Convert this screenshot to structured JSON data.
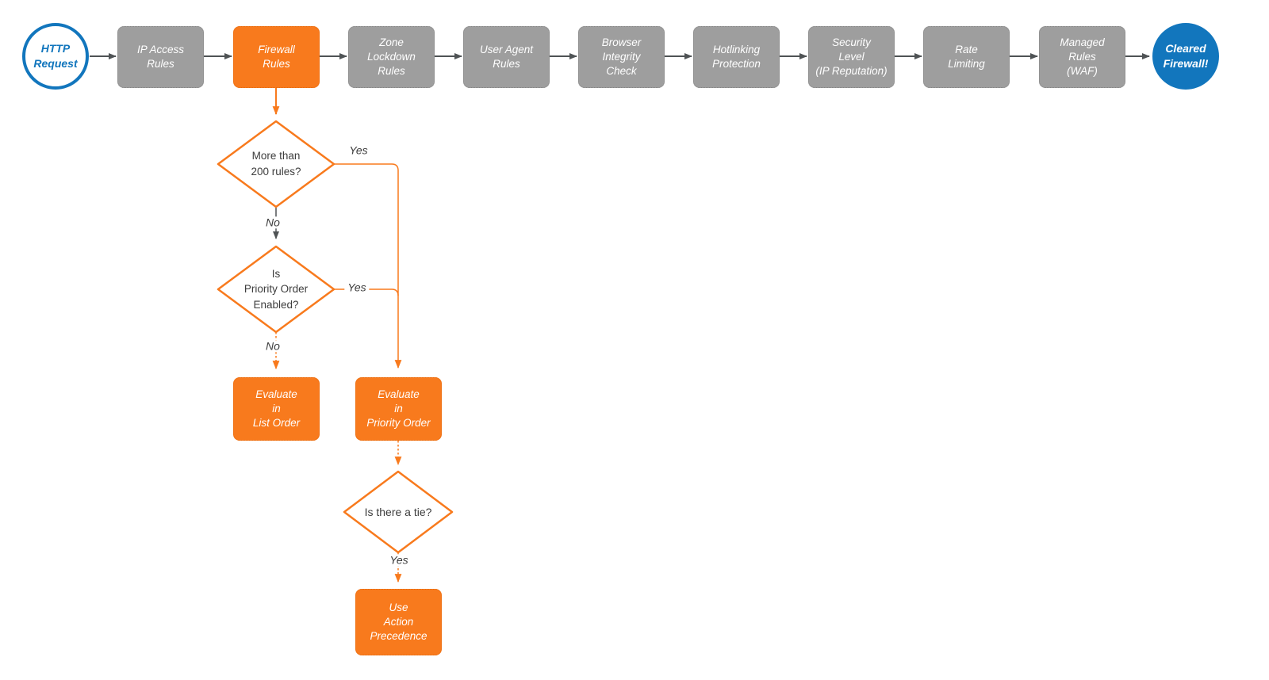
{
  "colors": {
    "accent_orange": "#f87a1d",
    "stage_gray": "#9e9e9e",
    "brand_blue": "#1276bd",
    "connector_gray": "#4f5355",
    "text_dark": "#3d3d3d",
    "text_light": "#ffffff"
  },
  "pipeline": [
    {
      "id": "http-request",
      "label": "HTTP\nRequest"
    },
    {
      "id": "ip-access-rules",
      "label": "IP Access\nRules"
    },
    {
      "id": "firewall-rules",
      "label": "Firewall\nRules"
    },
    {
      "id": "zone-lockdown-rules",
      "label": "Zone\nLockdown\nRules"
    },
    {
      "id": "user-agent-rules",
      "label": "User Agent\nRules"
    },
    {
      "id": "browser-integrity-check",
      "label": "Browser\nIntegrity\nCheck"
    },
    {
      "id": "hotlinking-protection",
      "label": "Hotlinking\nProtection"
    },
    {
      "id": "security-level",
      "label": "Security\nLevel\n(IP Reputation)"
    },
    {
      "id": "rate-limiting",
      "label": "Rate\nLimiting"
    },
    {
      "id": "managed-rules-waf",
      "label": "Managed\nRules\n(WAF)"
    },
    {
      "id": "cleared-firewall",
      "label": "Cleared\nFirewall!"
    }
  ],
  "decisions": {
    "more_than_200_rules": "More than\n200 rules?",
    "priority_order_enabled": "Is\nPriority Order\nEnabled?",
    "is_there_a_tie": "Is there a tie?"
  },
  "actions": {
    "evaluate_list_order": "Evaluate\nin\nList Order",
    "evaluate_priority_order": "Evaluate\nin\nPriority Order",
    "use_action_precedence": "Use\nAction\nPrecedence"
  },
  "edge_labels": {
    "yes_200_rules": "Yes",
    "no_200_rules": "No",
    "yes_priority_enabled": "Yes",
    "no_priority_enabled": "No",
    "yes_tie": "Yes"
  }
}
